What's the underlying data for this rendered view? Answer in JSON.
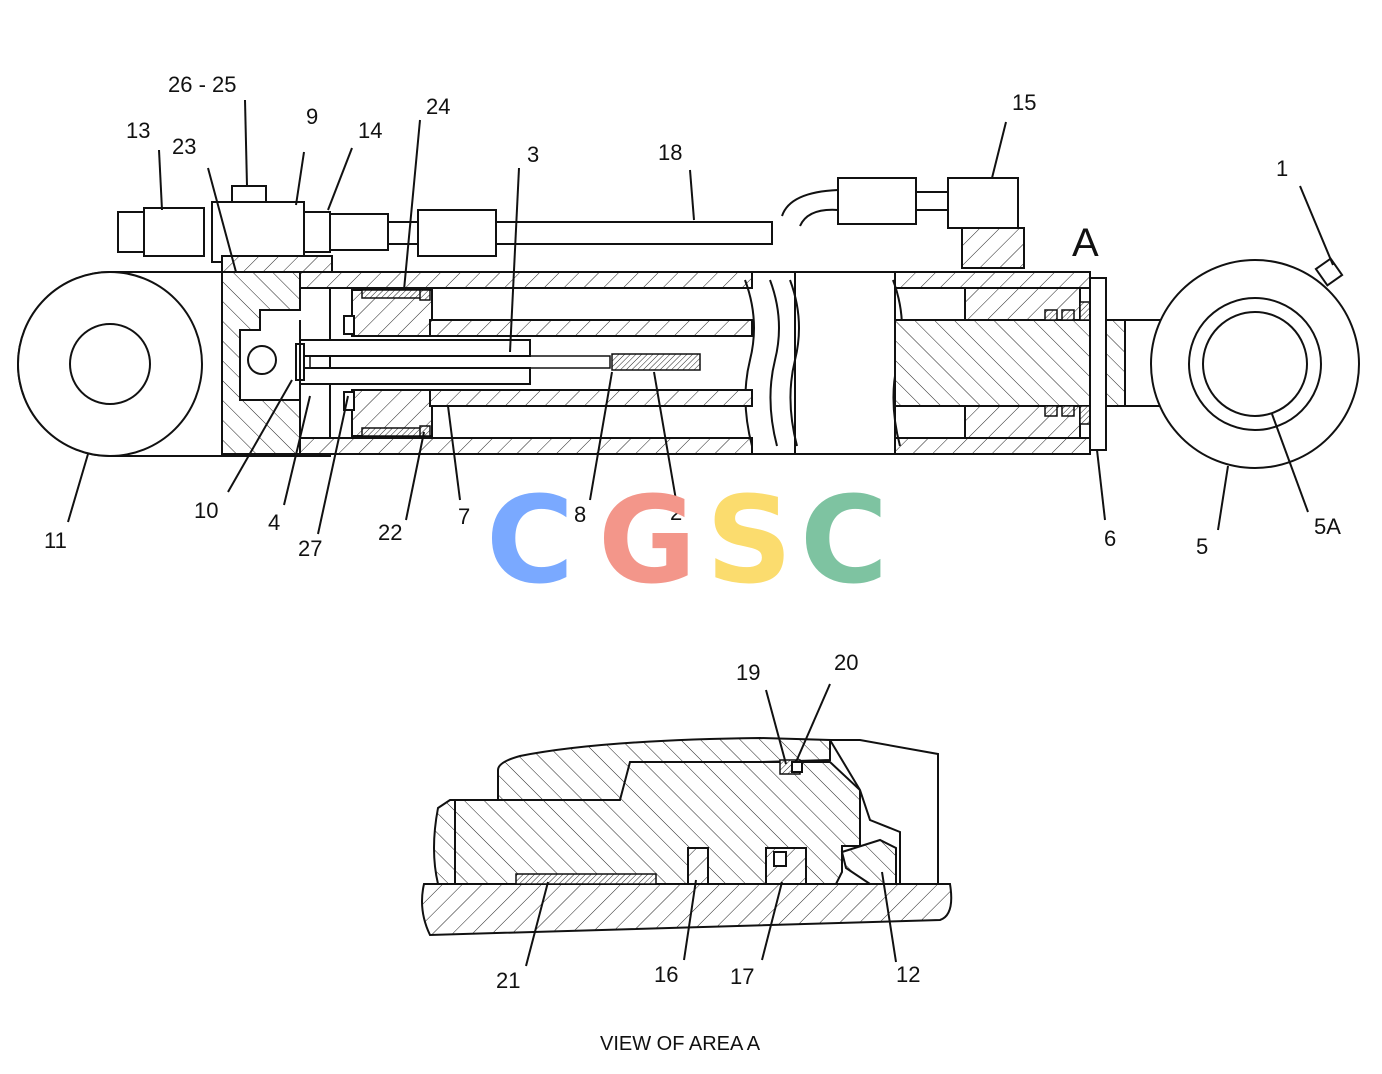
{
  "labels": {
    "l1": "1",
    "l2": "2",
    "l3": "3",
    "l4": "4",
    "l5": "5",
    "l5a": "5A",
    "l6": "6",
    "l7": "7",
    "l8": "8",
    "l9": "9",
    "l10": "10",
    "l11": "11",
    "l12": "12",
    "l13": "13",
    "l14": "14",
    "l15": "15",
    "l16": "16",
    "l17": "17",
    "l18": "18",
    "l19": "19",
    "l20": "20",
    "l21": "21",
    "l22": "22",
    "l23": "23",
    "l24": "24",
    "l2625": "26 - 25",
    "l27": "27"
  },
  "area_marker": "A",
  "caption": "VIEW OF AREA A",
  "watermark": {
    "letters": [
      "C",
      "G",
      "S",
      "C"
    ],
    "colors": [
      "#7aa9ff",
      "#f3968a",
      "#fbdc6e",
      "#7ec3a1"
    ]
  }
}
